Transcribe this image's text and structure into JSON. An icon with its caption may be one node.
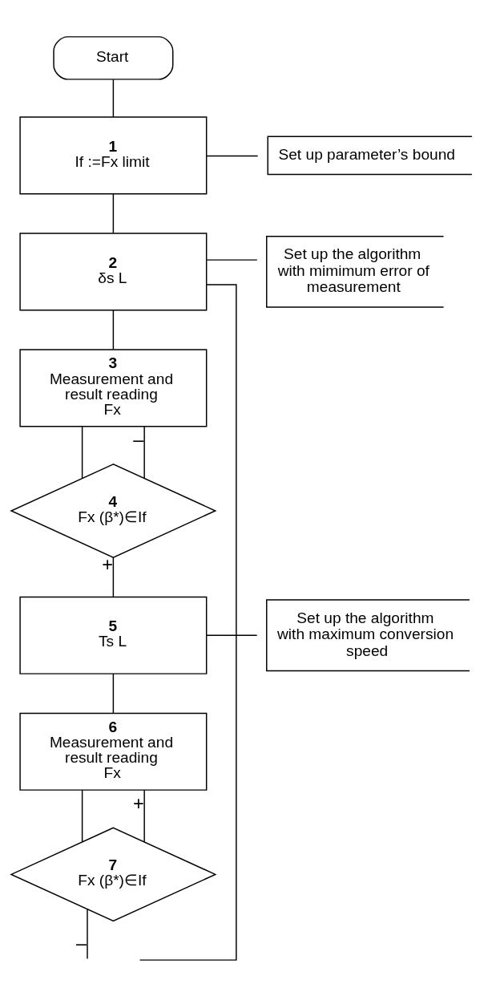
{
  "diagram": {
    "nodes": [
      {
        "text": [
          "Start"
        ]
      },
      {
        "text": [
          "1",
          "If :=Fx limit"
        ]
      },
      {
        "text": [
          "Set up parameter’s bound"
        ]
      },
      {
        "text": [
          "2",
          "δs L"
        ]
      },
      {
        "text": [
          "Set up the algorithm with mimimum error of measurement"
        ]
      },
      {
        "text": [
          "3",
          "Measurement and result reading Fx"
        ]
      },
      {
        "text": [
          "4",
          "Fx (β*)∈If"
        ]
      },
      {
        "text": [
          "5",
          "Ts L"
        ]
      },
      {
        "text": [
          "Set up the algorithm with maximum conversion speed"
        ]
      },
      {
        "text": [
          "6",
          "Measurement and result reading Fx"
        ]
      },
      {
        "text": [
          "7",
          "Fx (β*)∈If"
        ]
      }
    ],
    "edges": [
      {
        "from": 0,
        "to": 1,
        "arrow": "none"
      },
      {
        "from": 1,
        "to": 2,
        "arrow": "none"
      },
      {
        "from": 1,
        "to": 3,
        "arrow": "none"
      },
      {
        "from": 3,
        "to": 4,
        "arrow": "none"
      },
      {
        "from": 3,
        "to": 5,
        "arrow": "none"
      },
      {
        "from": 5,
        "to": 6,
        "arrow": "none"
      },
      {
        "from": 6,
        "to": 5,
        "arrow": "none",
        "label": "–"
      },
      {
        "from": 6,
        "to": 7,
        "arrow": "none",
        "label": "+"
      },
      {
        "from": 7,
        "to": 8,
        "arrow": "none"
      },
      {
        "from": 7,
        "to": 9,
        "arrow": "none"
      },
      {
        "from": 9,
        "to": 10,
        "arrow": "none"
      },
      {
        "from": 10,
        "to": 9,
        "arrow": "none",
        "label": "+"
      },
      {
        "from": 10,
        "to": null,
        "arrow": "none",
        "label": "–"
      },
      {
        "from": null,
        "to": 3,
        "arrow": "none"
      }
    ]
  }
}
